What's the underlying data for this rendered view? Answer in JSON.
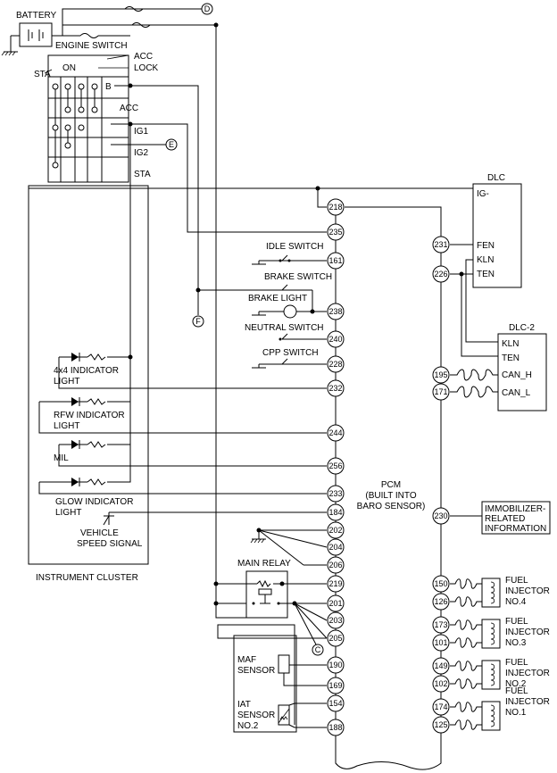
{
  "labels": {
    "battery": "BATTERY",
    "engine_switch": "ENGINE SWITCH",
    "sta_left": "STA",
    "on": "ON",
    "acc_top": "ACC",
    "lock": "LOCK",
    "b": "B",
    "acc": "ACC",
    "ig1": "IG1",
    "ig2": "IG2",
    "sta": "STA",
    "conn_d": "D",
    "conn_e": "E",
    "conn_f": "F",
    "conn_c": "C",
    "dlc": "DLC",
    "dlc_ig": "IG-",
    "dlc_fen": "FEN",
    "dlc_kln": "KLN",
    "dlc_ten": "TEN",
    "dlc2": "DLC-2",
    "dlc2_kln": "KLN",
    "dlc2_ten": "TEN",
    "dlc2_canh": "CAN_H",
    "dlc2_canl": "CAN_L",
    "idle_switch": "IDLE SWITCH",
    "brake_switch": "BRAKE SWITCH",
    "brake_light": "BRAKE LIGHT",
    "neutral_switch": "NEUTRAL SWITCH",
    "cpp_switch": "CPP SWITCH",
    "ind_4x4_1": "4x4 INDICATOR",
    "ind_4x4_2": "LIGHT",
    "ind_rfw_1": "RFW INDICATOR",
    "ind_rfw_2": "LIGHT",
    "mil": "MIL",
    "glow_1": "GLOW INDICATOR",
    "glow_2": "LIGHT",
    "vss_1": "VEHICLE",
    "vss_2": "SPEED SIGNAL",
    "instrument_cluster": "INSTRUMENT CLUSTER",
    "pcm_1": "PCM",
    "pcm_2": "(BUILT INTO",
    "pcm_3": "BARO SENSOR)",
    "immob_1": "IMMOBILIZER-",
    "immob_2": "RELATED",
    "immob_3": "INFORMATION",
    "main_relay": "MAIN RELAY",
    "maf_1": "MAF",
    "maf_2": "SENSOR",
    "iat_1": "IAT",
    "iat_2": "SENSOR",
    "iat_3": "NO.2",
    "inj4_1": "FUEL",
    "inj4_2": "INJECTOR",
    "inj4_3": "NO.4",
    "inj3_1": "FUEL",
    "inj3_2": "INJECTOR",
    "inj3_3": "NO.3",
    "inj2_1": "FUEL",
    "inj2_2": "INJECTOR",
    "inj2_3": "NO.2",
    "inj1_1": "FUEL",
    "inj1_2": "INJECTOR",
    "inj1_3": "NO.1"
  },
  "pins": {
    "p218": "218",
    "p235": "235",
    "p161": "161",
    "p238": "238",
    "p240": "240",
    "p228": "228",
    "p232": "232",
    "p244": "244",
    "p256": "256",
    "p233": "233",
    "p184": "184",
    "p202": "202",
    "p204": "204",
    "p206": "206",
    "p219": "219",
    "p201": "201",
    "p203": "203",
    "p205": "205",
    "p190": "190",
    "p169": "169",
    "p154": "154",
    "p188": "188",
    "p231": "231",
    "p226": "226",
    "p195": "195",
    "p171": "171",
    "p230": "230",
    "p150": "150",
    "p126": "126",
    "p173": "173",
    "p101": "101",
    "p149": "149",
    "p102": "102",
    "p174": "174",
    "p125": "125"
  }
}
